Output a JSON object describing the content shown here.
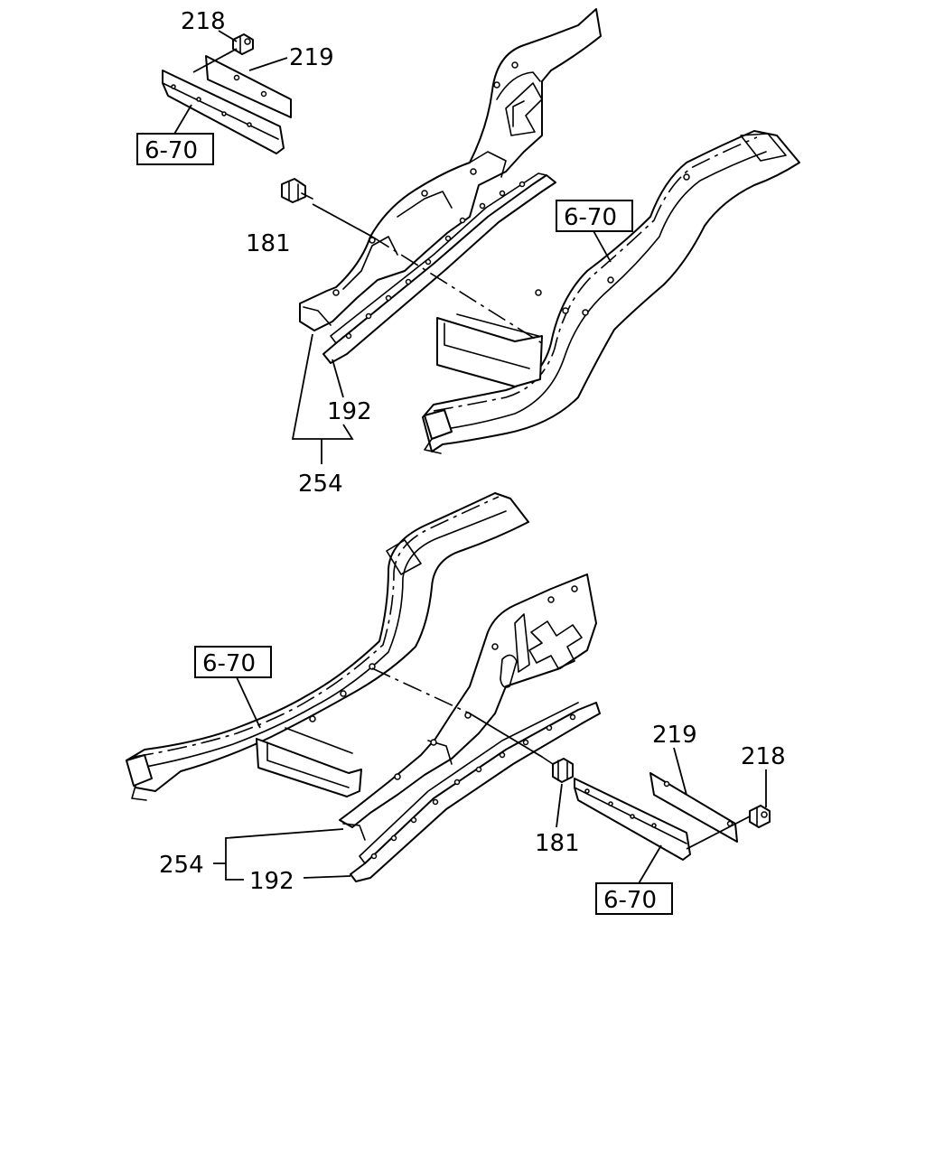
{
  "labels": {
    "top_218": "218",
    "top_219": "219",
    "top_ref_left": "6-70",
    "top_ref_right": "6-70",
    "top_181": "181",
    "top_192": "192",
    "top_254": "254",
    "bot_ref_left": "6-70",
    "bot_219": "219",
    "bot_218": "218",
    "bot_181": "181",
    "bot_254": "254",
    "bot_192": "192",
    "bot_ref_right": "6-70"
  }
}
